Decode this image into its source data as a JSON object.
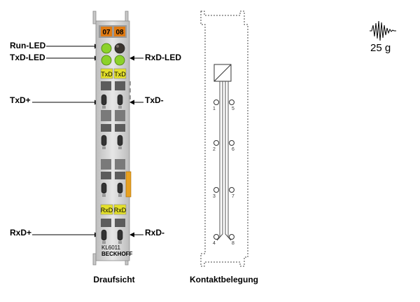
{
  "labels": {
    "run_led": "Run-LED",
    "txd_led": "TxD-LED",
    "rxd_led": "RxD-LED",
    "txd_plus": "TxD+",
    "txd_minus": "TxD-",
    "rxd_plus": "RxD+",
    "rxd_minus": "RxD-"
  },
  "module": {
    "led_numbers": [
      "07",
      "08"
    ],
    "tag_top": [
      "TxD",
      "TxD"
    ],
    "tag_bottom": [
      "RxD",
      "RxD"
    ],
    "model": "KL6011",
    "brand": "BECKHOFF"
  },
  "contacts": {
    "left": [
      "1",
      "2",
      "3",
      "4"
    ],
    "right": [
      "5",
      "6",
      "7",
      "8"
    ]
  },
  "captions": {
    "top_view": "Draufsicht",
    "pin_assignment": "Kontaktbelegung"
  },
  "weight": "25 g",
  "colors": {
    "led_green": "#8cd22a",
    "led_off": "#3b3530",
    "orange_label": "#e07b14",
    "yellow_tag": "#e4e02a",
    "housing": "#d8d8d8"
  }
}
